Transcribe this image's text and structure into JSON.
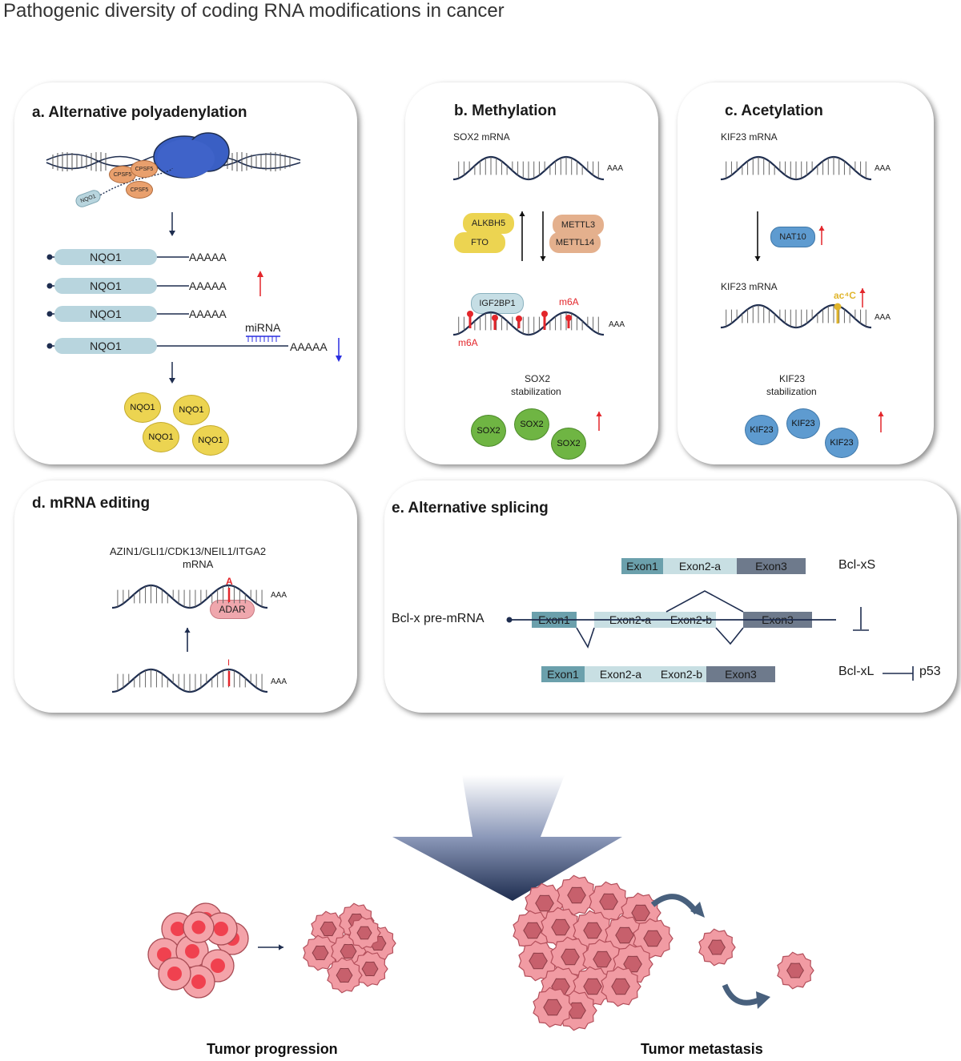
{
  "title": "Pathogenic diversity of coding RNA modifications in cancer",
  "panel_a": {
    "title": "a. Alternative polyadenylation",
    "cpsf_labels": [
      "CPSF5",
      "CPSF5",
      "CPSF5"
    ],
    "nqo1_small": "NQO1",
    "transcripts": [
      {
        "label": "NQO1",
        "tail": "AAAAA"
      },
      {
        "label": "NQO1",
        "tail": "AAAAA"
      },
      {
        "label": "NQO1",
        "tail": "AAAAA"
      },
      {
        "label": "NQO1",
        "tail": "AAAAA"
      }
    ],
    "mirna": "miRNA",
    "proteins": [
      "NQO1",
      "NQO1",
      "NQO1",
      "NQO1"
    ]
  },
  "panel_b": {
    "title": "b. Methylation",
    "mrna_label": "SOX2 mRNA",
    "aaa": "AAA",
    "erasers": [
      "ALKBH5",
      "FTO"
    ],
    "writers": [
      "METTL3",
      "METTL14"
    ],
    "reader": "IGF2BP1",
    "mark_top": "m6A",
    "mark_bottom": "m6A",
    "aaa2": "AAA",
    "effect_line1": "SOX2",
    "effect_line2": "stabilization",
    "proteins": [
      "SOX2",
      "SOX2",
      "SOX2"
    ]
  },
  "panel_c": {
    "title": "c. Acetylation",
    "mrna_label": "KIF23 mRNA",
    "aaa": "AAA",
    "enzyme": "NAT10",
    "mrna_label2": "KIF23 mRNA",
    "mark": "ac⁴C",
    "aaa2": "AAA",
    "effect_line1": "KIF23",
    "effect_line2": "stabilization",
    "proteins": [
      "KIF23",
      "KIF23",
      "KIF23"
    ]
  },
  "panel_d": {
    "title": "d. mRNA editing",
    "genes_line1": "AZIN1/GLI1/CDK13/NEIL1/ITGA2",
    "genes_line2": "mRNA",
    "edited_base": "A",
    "enzyme": "ADAR",
    "aaa": "AAA",
    "aaa2": "AAA",
    "original_base": "I"
  },
  "panel_e": {
    "title": "e. Alternative splicing",
    "pre_mrna": "Bcl-x pre-mRNA",
    "isoform_s": [
      "Exon1",
      "Exon2-a",
      "Exon3"
    ],
    "isoform_s_name": "Bcl-xS",
    "pre_exons": [
      "Exon1",
      "Exon2-a",
      "Exon2-b",
      "Exon3"
    ],
    "isoform_l": [
      "Exon1",
      "Exon2-a",
      "Exon2-b",
      "Exon3"
    ],
    "isoform_l_name": "Bcl-xL",
    "target": "p53"
  },
  "bottom": {
    "left_label": "Tumor progression",
    "right_label": "Tumor metastasis"
  },
  "colors": {
    "strand": "#1e2d4f",
    "nqo1_bar": "#b8d5de",
    "yellow": "#ecd451",
    "green": "#6fb543",
    "blue": "#5e9bd0",
    "up_arrow": "#e3262b",
    "down_arrow": "#2a2ee0",
    "exon_dark": "#6e7a8c",
    "exon_teal": "#6ba0ac",
    "exon_light": "#c8dfe3",
    "cell_pink": "#f19ba3",
    "nucleus": "#c7606c"
  }
}
